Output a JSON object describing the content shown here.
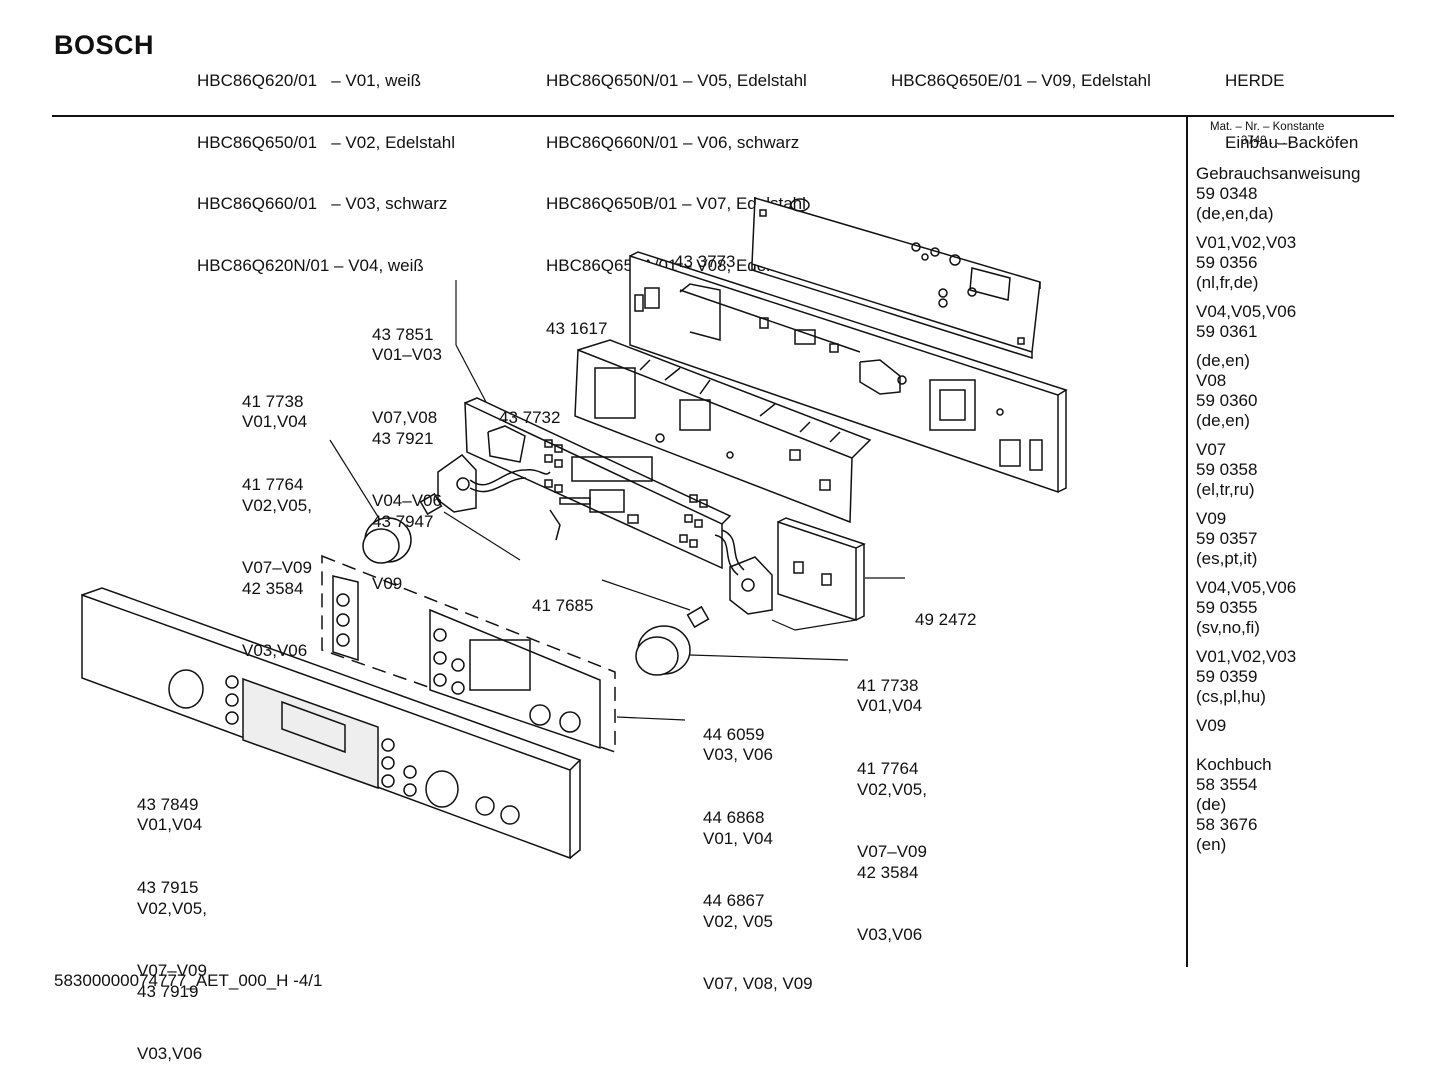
{
  "header": {
    "brand": "BOSCH",
    "col1": [
      "HBC86Q620/01   – V01, weiß",
      "HBC86Q650/01   – V02, Edelstahl",
      "HBC86Q660/01   – V03, schwarz",
      "HBC86Q620N/01 – V04, weiß"
    ],
    "col2": [
      "HBC86Q650N/01 – V05, Edelstahl",
      "HBC86Q660N/01 – V06, schwarz",
      "HBC86Q650B/01 – V07, Edelstahl",
      "HBC86Q650A/01 – V08, Edelstahl"
    ],
    "col3": [
      "HBC86Q650E/01 – V09, Edelstahl"
    ],
    "col4": [
      "HERDE",
      "Einbau–Backöfen"
    ]
  },
  "sidebar": {
    "mat_title": "Mat. – Nr. – Konstante",
    "mat_value": "3740  .   .   .   .   .",
    "blocks": [
      [
        "Gebrauchsanweisung",
        "59 0348",
        "(de,en,da)"
      ],
      [
        "V01,V02,V03",
        "59 0356",
        "(nl,fr,de)"
      ],
      [
        "V04,V05,V06",
        "59 0361"
      ],
      [
        "(de,en)",
        "V08",
        "59 0360",
        "(de,en)"
      ],
      [
        "V07",
        "59 0358",
        "(el,tr,ru)"
      ],
      [
        "V09",
        "59 0357",
        "(es,pt,it)"
      ],
      [
        "V04,V05,V06",
        "59 0355",
        "(sv,no,fi)"
      ],
      [
        "V01,V02,V03",
        "59 0359",
        "(cs,pl,hu)"
      ],
      [
        "V09"
      ],
      [
        "Kochbuch",
        "58 3554",
        "(de)",
        "58 3676",
        "(en)"
      ]
    ]
  },
  "labels": {
    "p433773": [
      "43 3773"
    ],
    "p431617": [
      "43 1617"
    ],
    "p437851": [
      "43 7851",
      "V01–V03",
      "V07,V08",
      "43 7921",
      "V04–V06",
      "43 7947",
      "V09"
    ],
    "p437732": [
      "43 7732"
    ],
    "p417738_left": [
      "41 7738",
      "V01,V04",
      "41 7764",
      "V02,V05,",
      "V07–V09",
      "42 3584",
      "V03,V06"
    ],
    "p417685": [
      "41 7685"
    ],
    "p492472": [
      "49 2472"
    ],
    "p417738_right": [
      "41 7738",
      "V01,V04",
      "41 7764",
      "V02,V05,",
      "V07–V09",
      "42 3584",
      "V03,V06"
    ],
    "p446059": [
      "44 6059",
      "V03, V06",
      "44 6868",
      "V01, V04",
      "44 6867",
      "V02, V05",
      "V07, V08, V09"
    ],
    "p437849": [
      "43 7849",
      "V01,V04",
      "43 7915",
      "V02,V05,",
      "V07–V09",
      "43 7919",
      "V03,V06"
    ]
  },
  "footer": {
    "code": "58300000074777_AET_000_H  -4/1"
  }
}
